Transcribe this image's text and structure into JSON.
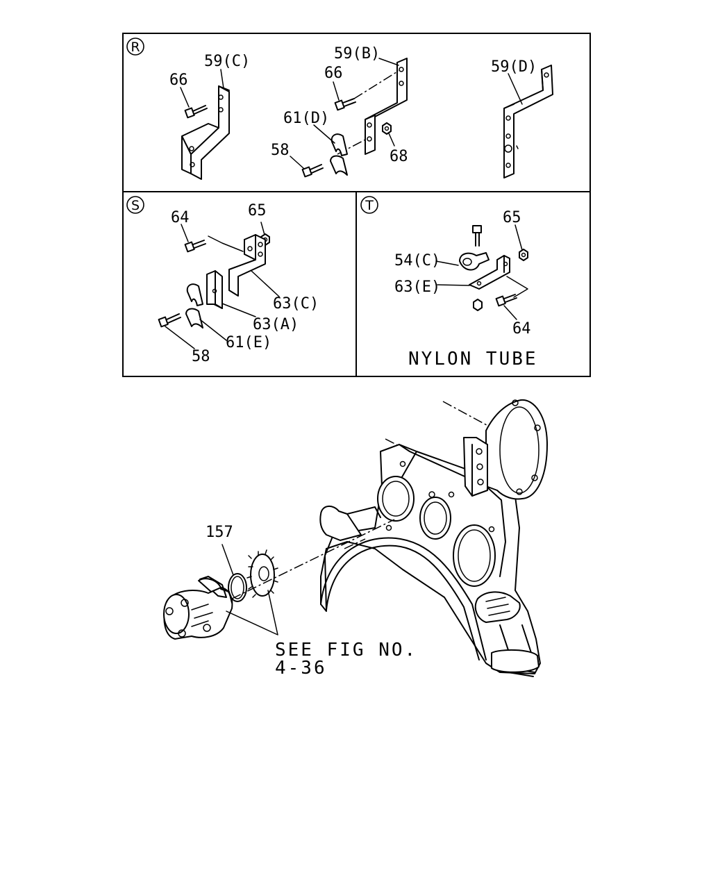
{
  "sections": {
    "r": {
      "marker": "R",
      "labels": {
        "p59c": "59(C)",
        "p66a": "66",
        "p59b": "59(B)",
        "p66b": "66",
        "p61d": "61(D)",
        "p58": "58",
        "p68": "68",
        "p59d": "59(D)"
      }
    },
    "s": {
      "marker": "S",
      "labels": {
        "p64": "64",
        "p65": "65",
        "p63c": "63(C)",
        "p63a": "63(A)",
        "p61e": "61(E)",
        "p58": "58"
      }
    },
    "t": {
      "marker": "T",
      "labels": {
        "p65": "65",
        "p54c": "54(C)",
        "p63e": "63(E)",
        "p64": "64"
      },
      "caption": "NYLON TUBE"
    }
  },
  "main": {
    "labels": {
      "p157": "157"
    },
    "see_fig_line1": "SEE FIG NO.",
    "see_fig_line2": "4-36"
  }
}
